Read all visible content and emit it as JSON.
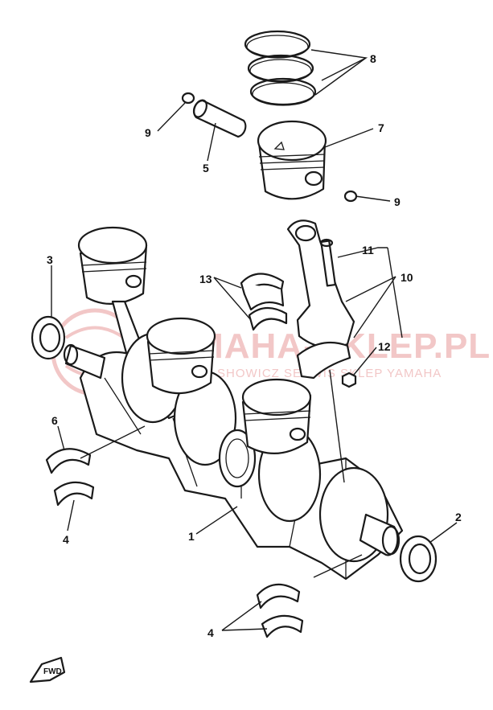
{
  "watermark": {
    "main": "YAMAHA-SKLEP.PL",
    "sub": "SHOWICZ SERWIS SKLEP YAMAHA",
    "color": "#f2c7c7"
  },
  "callouts": [
    "1",
    "2",
    "3",
    "4",
    "4",
    "5",
    "6",
    "7",
    "8",
    "9",
    "9",
    "10",
    "11",
    "12",
    "13"
  ],
  "fwd_marker": "FWD",
  "icons": [
    "fwd-arrow-icon",
    "watermark-logo-icon"
  ]
}
